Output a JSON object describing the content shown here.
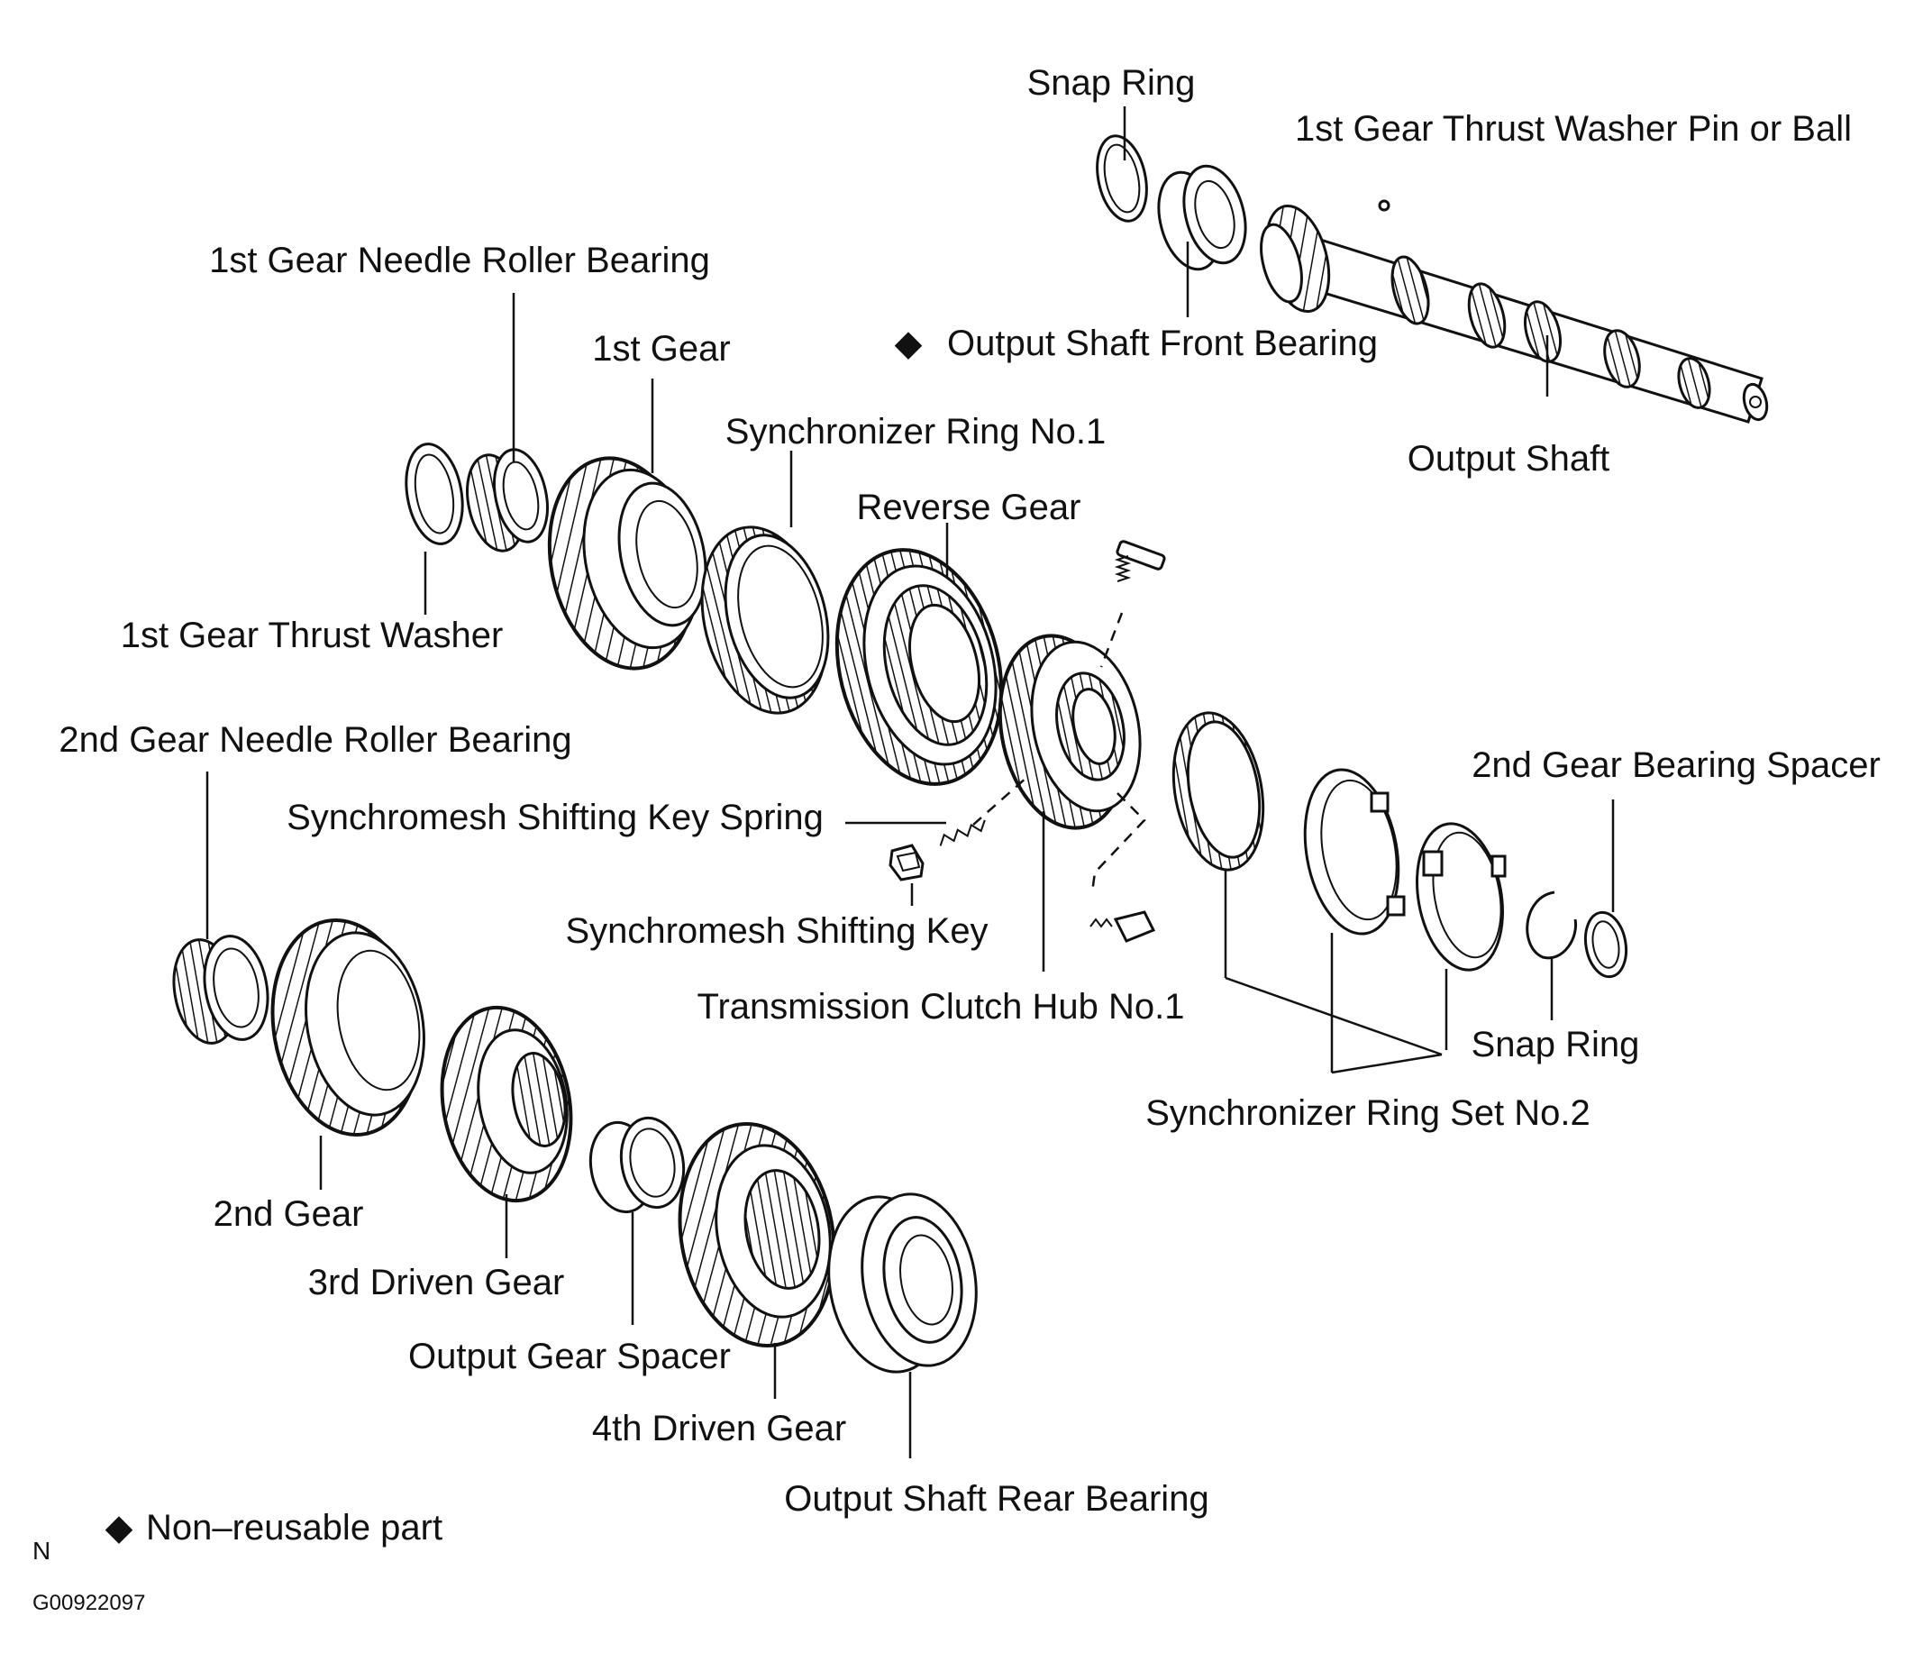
{
  "labels": {
    "snap_ring_top": "Snap Ring",
    "thrust_washer_pin": "1st Gear Thrust Washer Pin or Ball",
    "needle_bearing_1st": "1st Gear Needle Roller Bearing",
    "front_bearing": "Output Shaft Front Bearing",
    "gear_1st": "1st Gear",
    "sync_ring_1": "Synchronizer Ring No.1",
    "output_shaft": "Output Shaft",
    "reverse_gear": "Reverse Gear",
    "thrust_washer_1st": "1st Gear Thrust Washer",
    "needle_bearing_2nd": "2nd Gear Needle Roller Bearing",
    "bearing_spacer_2nd": "2nd Gear Bearing Spacer",
    "key_spring": "Synchromesh Shifting Key Spring",
    "shifting_key": "Synchromesh Shifting Key",
    "clutch_hub": "Transmission Clutch Hub No.1",
    "snap_ring_right": "Snap Ring",
    "sync_ring_set_2": "Synchronizer Ring Set No.2",
    "gear_2nd": "2nd Gear",
    "driven_gear_3rd": "3rd Driven Gear",
    "output_gear_spacer": "Output Gear Spacer",
    "driven_gear_4th": "4th Driven Gear",
    "rear_bearing": "Output Shaft Rear Bearing"
  },
  "legend": {
    "symbol": "◆",
    "text": "Non–reusable part"
  },
  "footer": {
    "corner_letter": "N",
    "figure_code": "G00922097"
  },
  "colors": {
    "ink": "#111111",
    "background": "#ffffff"
  }
}
